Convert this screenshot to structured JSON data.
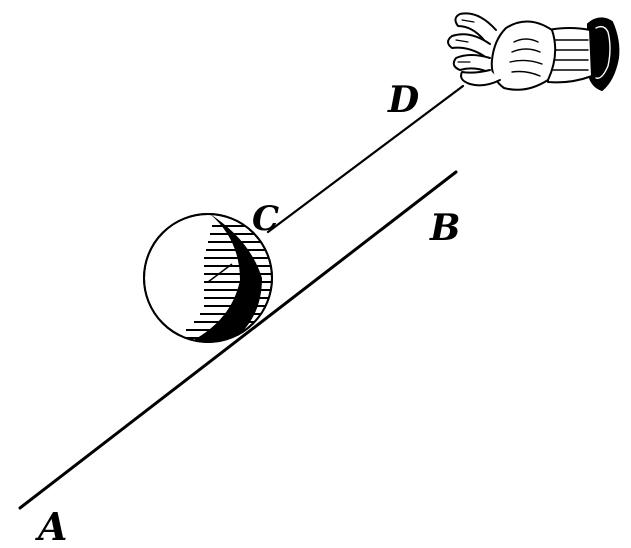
{
  "figure": {
    "labels": {
      "a": "A",
      "b": "B",
      "c": "C",
      "d": "D"
    },
    "ink_color": "#000000",
    "paper_color": "#ffffff"
  }
}
